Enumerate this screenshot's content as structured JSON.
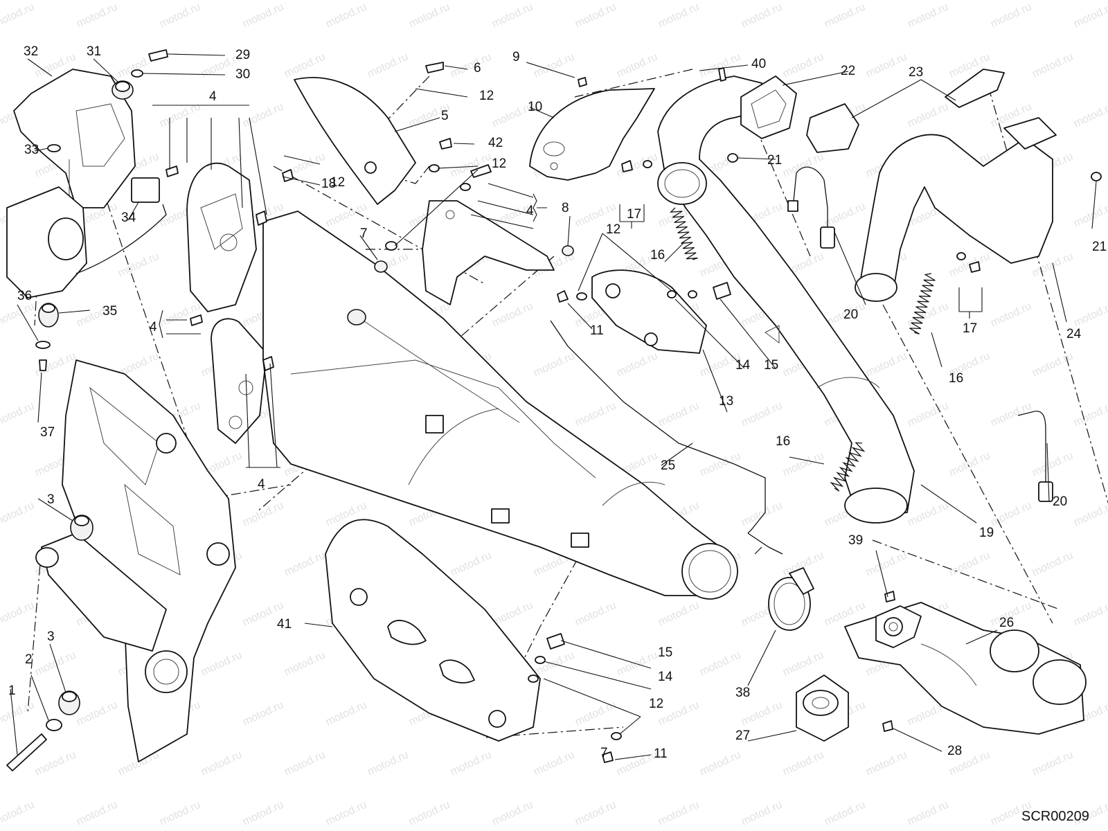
{
  "diagram": {
    "drawing_code": "SCR00209",
    "watermark": "motod.ru",
    "callouts": [
      {
        "label": "1"
      },
      {
        "label": "2"
      },
      {
        "label": "3"
      },
      {
        "label": "3"
      },
      {
        "label": "4"
      },
      {
        "label": "4"
      },
      {
        "label": "4"
      },
      {
        "label": "4"
      },
      {
        "label": "5"
      },
      {
        "label": "6"
      },
      {
        "label": "7"
      },
      {
        "label": "7"
      },
      {
        "label": "8"
      },
      {
        "label": "9"
      },
      {
        "label": "10"
      },
      {
        "label": "11"
      },
      {
        "label": "11"
      },
      {
        "label": "12"
      },
      {
        "label": "12"
      },
      {
        "label": "12"
      },
      {
        "label": "12"
      },
      {
        "label": "12"
      },
      {
        "label": "13"
      },
      {
        "label": "14"
      },
      {
        "label": "14"
      },
      {
        "label": "15"
      },
      {
        "label": "15"
      },
      {
        "label": "16"
      },
      {
        "label": "16"
      },
      {
        "label": "16"
      },
      {
        "label": "17"
      },
      {
        "label": "17"
      },
      {
        "label": "18"
      },
      {
        "label": "19"
      },
      {
        "label": "20"
      },
      {
        "label": "20"
      },
      {
        "label": "21"
      },
      {
        "label": "21"
      },
      {
        "label": "22"
      },
      {
        "label": "23"
      },
      {
        "label": "24"
      },
      {
        "label": "25"
      },
      {
        "label": "26"
      },
      {
        "label": "27"
      },
      {
        "label": "28"
      },
      {
        "label": "29"
      },
      {
        "label": "30"
      },
      {
        "label": "31"
      },
      {
        "label": "32"
      },
      {
        "label": "33"
      },
      {
        "label": "34"
      },
      {
        "label": "35"
      },
      {
        "label": "36"
      },
      {
        "label": "37"
      },
      {
        "label": "38"
      },
      {
        "label": "39"
      },
      {
        "label": "40"
      },
      {
        "label": "41"
      },
      {
        "label": "42"
      }
    ]
  }
}
